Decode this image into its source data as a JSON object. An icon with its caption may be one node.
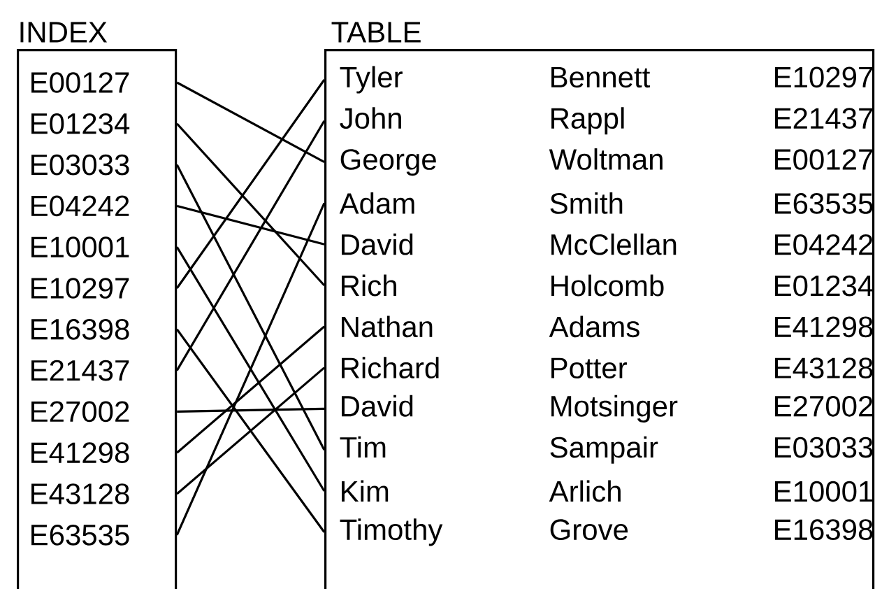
{
  "diagram": {
    "nodes": [
      {
        "text": [
          "INDEX"
        ]
      },
      {
        "text": [
          "E00127"
        ],
        "in": 0
      },
      {
        "text": [
          "E01234"
        ],
        "in": 0
      },
      {
        "text": [
          "E03033"
        ],
        "in": 0
      },
      {
        "text": [
          "E04242"
        ],
        "in": 0
      },
      {
        "text": [
          "E10001"
        ],
        "in": 0
      },
      {
        "text": [
          "E10297"
        ],
        "in": 0
      },
      {
        "text": [
          "E16398"
        ],
        "in": 0
      },
      {
        "text": [
          "E21437"
        ],
        "in": 0
      },
      {
        "text": [
          "E27002"
        ],
        "in": 0
      },
      {
        "text": [
          "E41298"
        ],
        "in": 0
      },
      {
        "text": [
          "E43128"
        ],
        "in": 0
      },
      {
        "text": [
          "E63535"
        ],
        "in": 0
      },
      {
        "text": [
          "TABLE"
        ]
      },
      {
        "text": [
          "Tyler",
          "Bennett",
          "E10297"
        ],
        "in": 13
      },
      {
        "text": [
          "John",
          "Rappl",
          "E21437"
        ],
        "in": 13
      },
      {
        "text": [
          "George",
          "Woltman",
          "E00127"
        ],
        "in": 13
      },
      {
        "text": [
          "Adam",
          "Smith",
          "E63535"
        ],
        "in": 13
      },
      {
        "text": [
          "David",
          "McClellan",
          "E04242"
        ],
        "in": 13
      },
      {
        "text": [
          "Rich",
          "Holcomb",
          "E01234"
        ],
        "in": 13
      },
      {
        "text": [
          "Nathan",
          "Adams",
          "E41298"
        ],
        "in": 13
      },
      {
        "text": [
          "Richard",
          "Potter",
          "E43128"
        ],
        "in": 13
      },
      {
        "text": [
          "David",
          "Motsinger",
          "E27002"
        ],
        "in": 13
      },
      {
        "text": [
          "Tim",
          "Sampair",
          "E03033"
        ],
        "in": 13
      },
      {
        "text": [
          "Kim",
          "Arlich",
          "E10001"
        ],
        "in": 13
      },
      {
        "text": [
          "Timothy",
          "Grove",
          "E16398"
        ],
        "in": 13
      }
    ],
    "edges": [
      {
        "from": 1,
        "to": 16,
        "arrow": "none"
      },
      {
        "from": 2,
        "to": 19,
        "arrow": "none"
      },
      {
        "from": 3,
        "to": 23,
        "arrow": "none"
      },
      {
        "from": 4,
        "to": 18,
        "arrow": "none"
      },
      {
        "from": 5,
        "to": 24,
        "arrow": "none"
      },
      {
        "from": 6,
        "to": 14,
        "arrow": "none"
      },
      {
        "from": 7,
        "to": 25,
        "arrow": "none"
      },
      {
        "from": 8,
        "to": 15,
        "arrow": "none"
      },
      {
        "from": 9,
        "to": 22,
        "arrow": "none"
      },
      {
        "from": 10,
        "to": 20,
        "arrow": "none"
      },
      {
        "from": 11,
        "to": 21,
        "arrow": "none"
      },
      {
        "from": 12,
        "to": 17,
        "arrow": "none"
      }
    ]
  }
}
